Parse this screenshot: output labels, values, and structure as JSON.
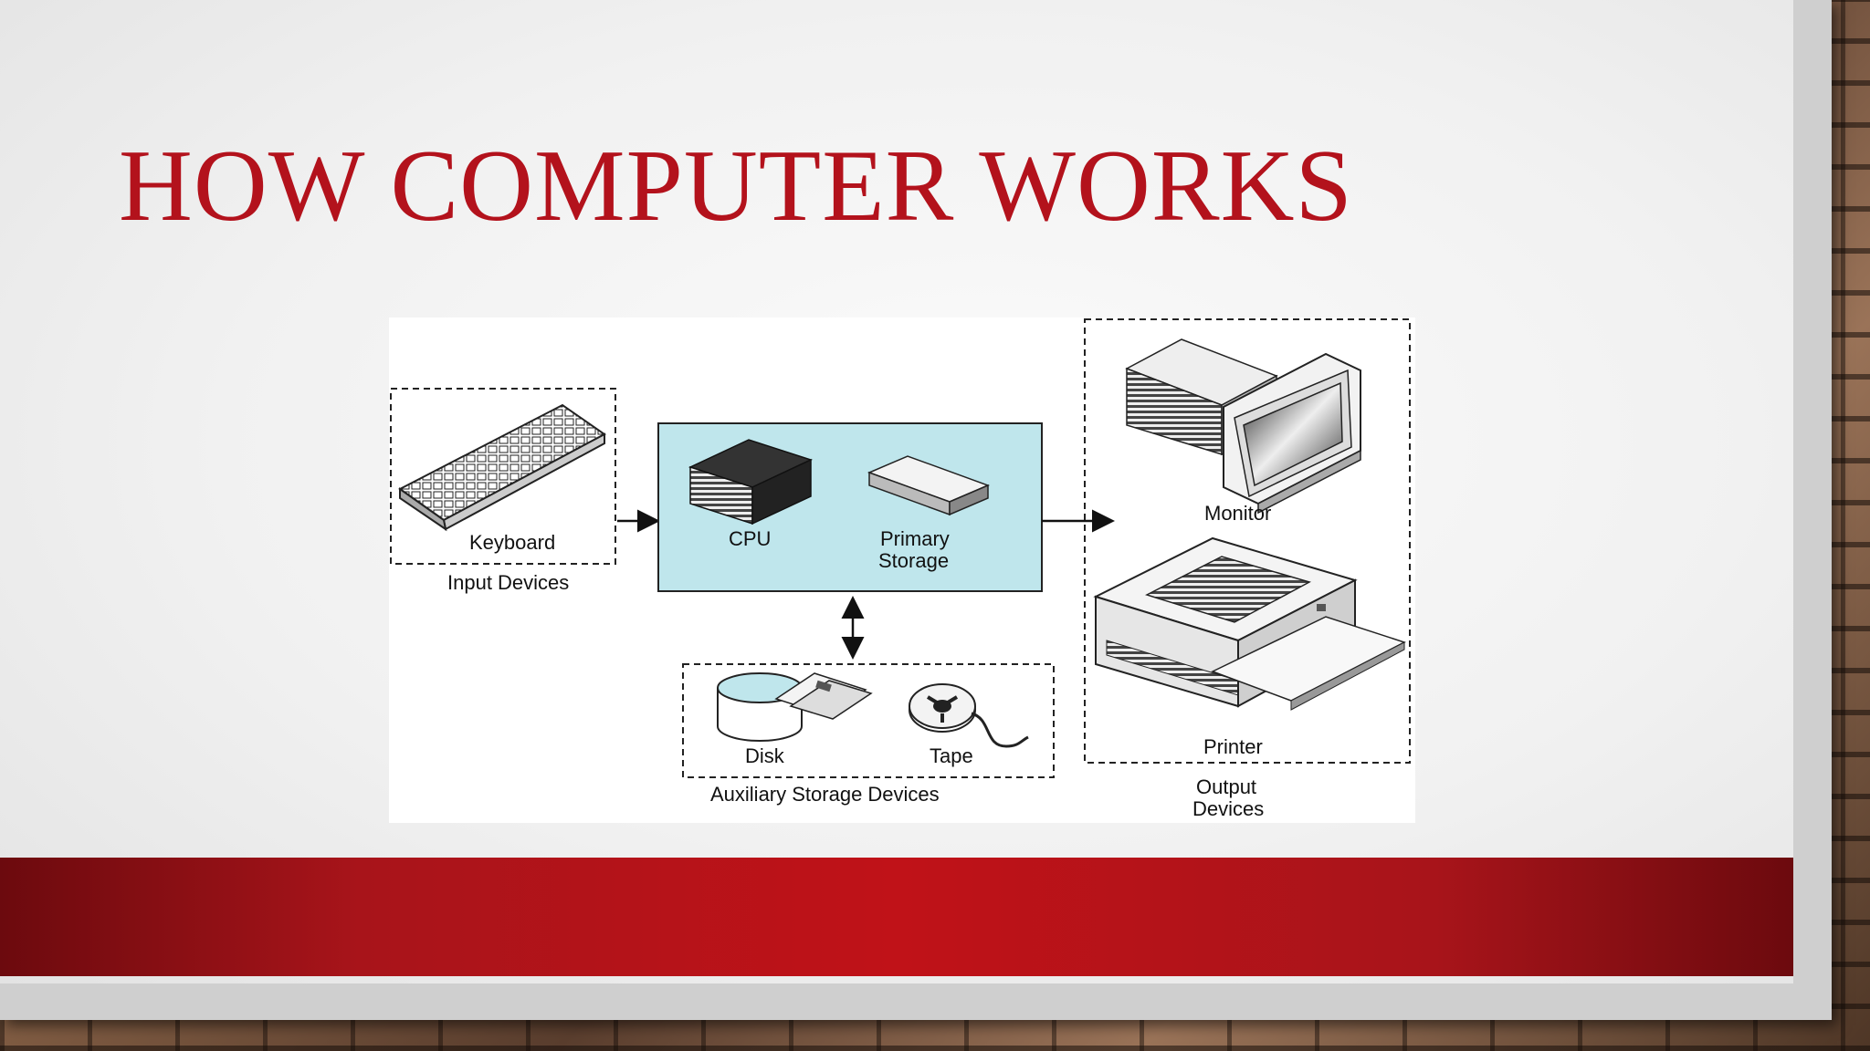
{
  "slide": {
    "title": "HOW COMPUTER WORKS"
  },
  "diagram": {
    "input_group": {
      "device": "Keyboard",
      "group_label": "Input Devices"
    },
    "processing": {
      "cpu": "CPU",
      "primary_line1": "Primary",
      "primary_line2": "Storage"
    },
    "auxiliary_group": {
      "disk": "Disk",
      "tape": "Tape",
      "group_label": "Auxiliary Storage Devices"
    },
    "output_group": {
      "monitor": "Monitor",
      "printer": "Printer",
      "group_label_line1": "Output",
      "group_label_line2": "Devices"
    },
    "colors": {
      "processing_fill": "#bfe6ec",
      "title_red": "#b3121c",
      "band_red": "#c01218"
    }
  }
}
